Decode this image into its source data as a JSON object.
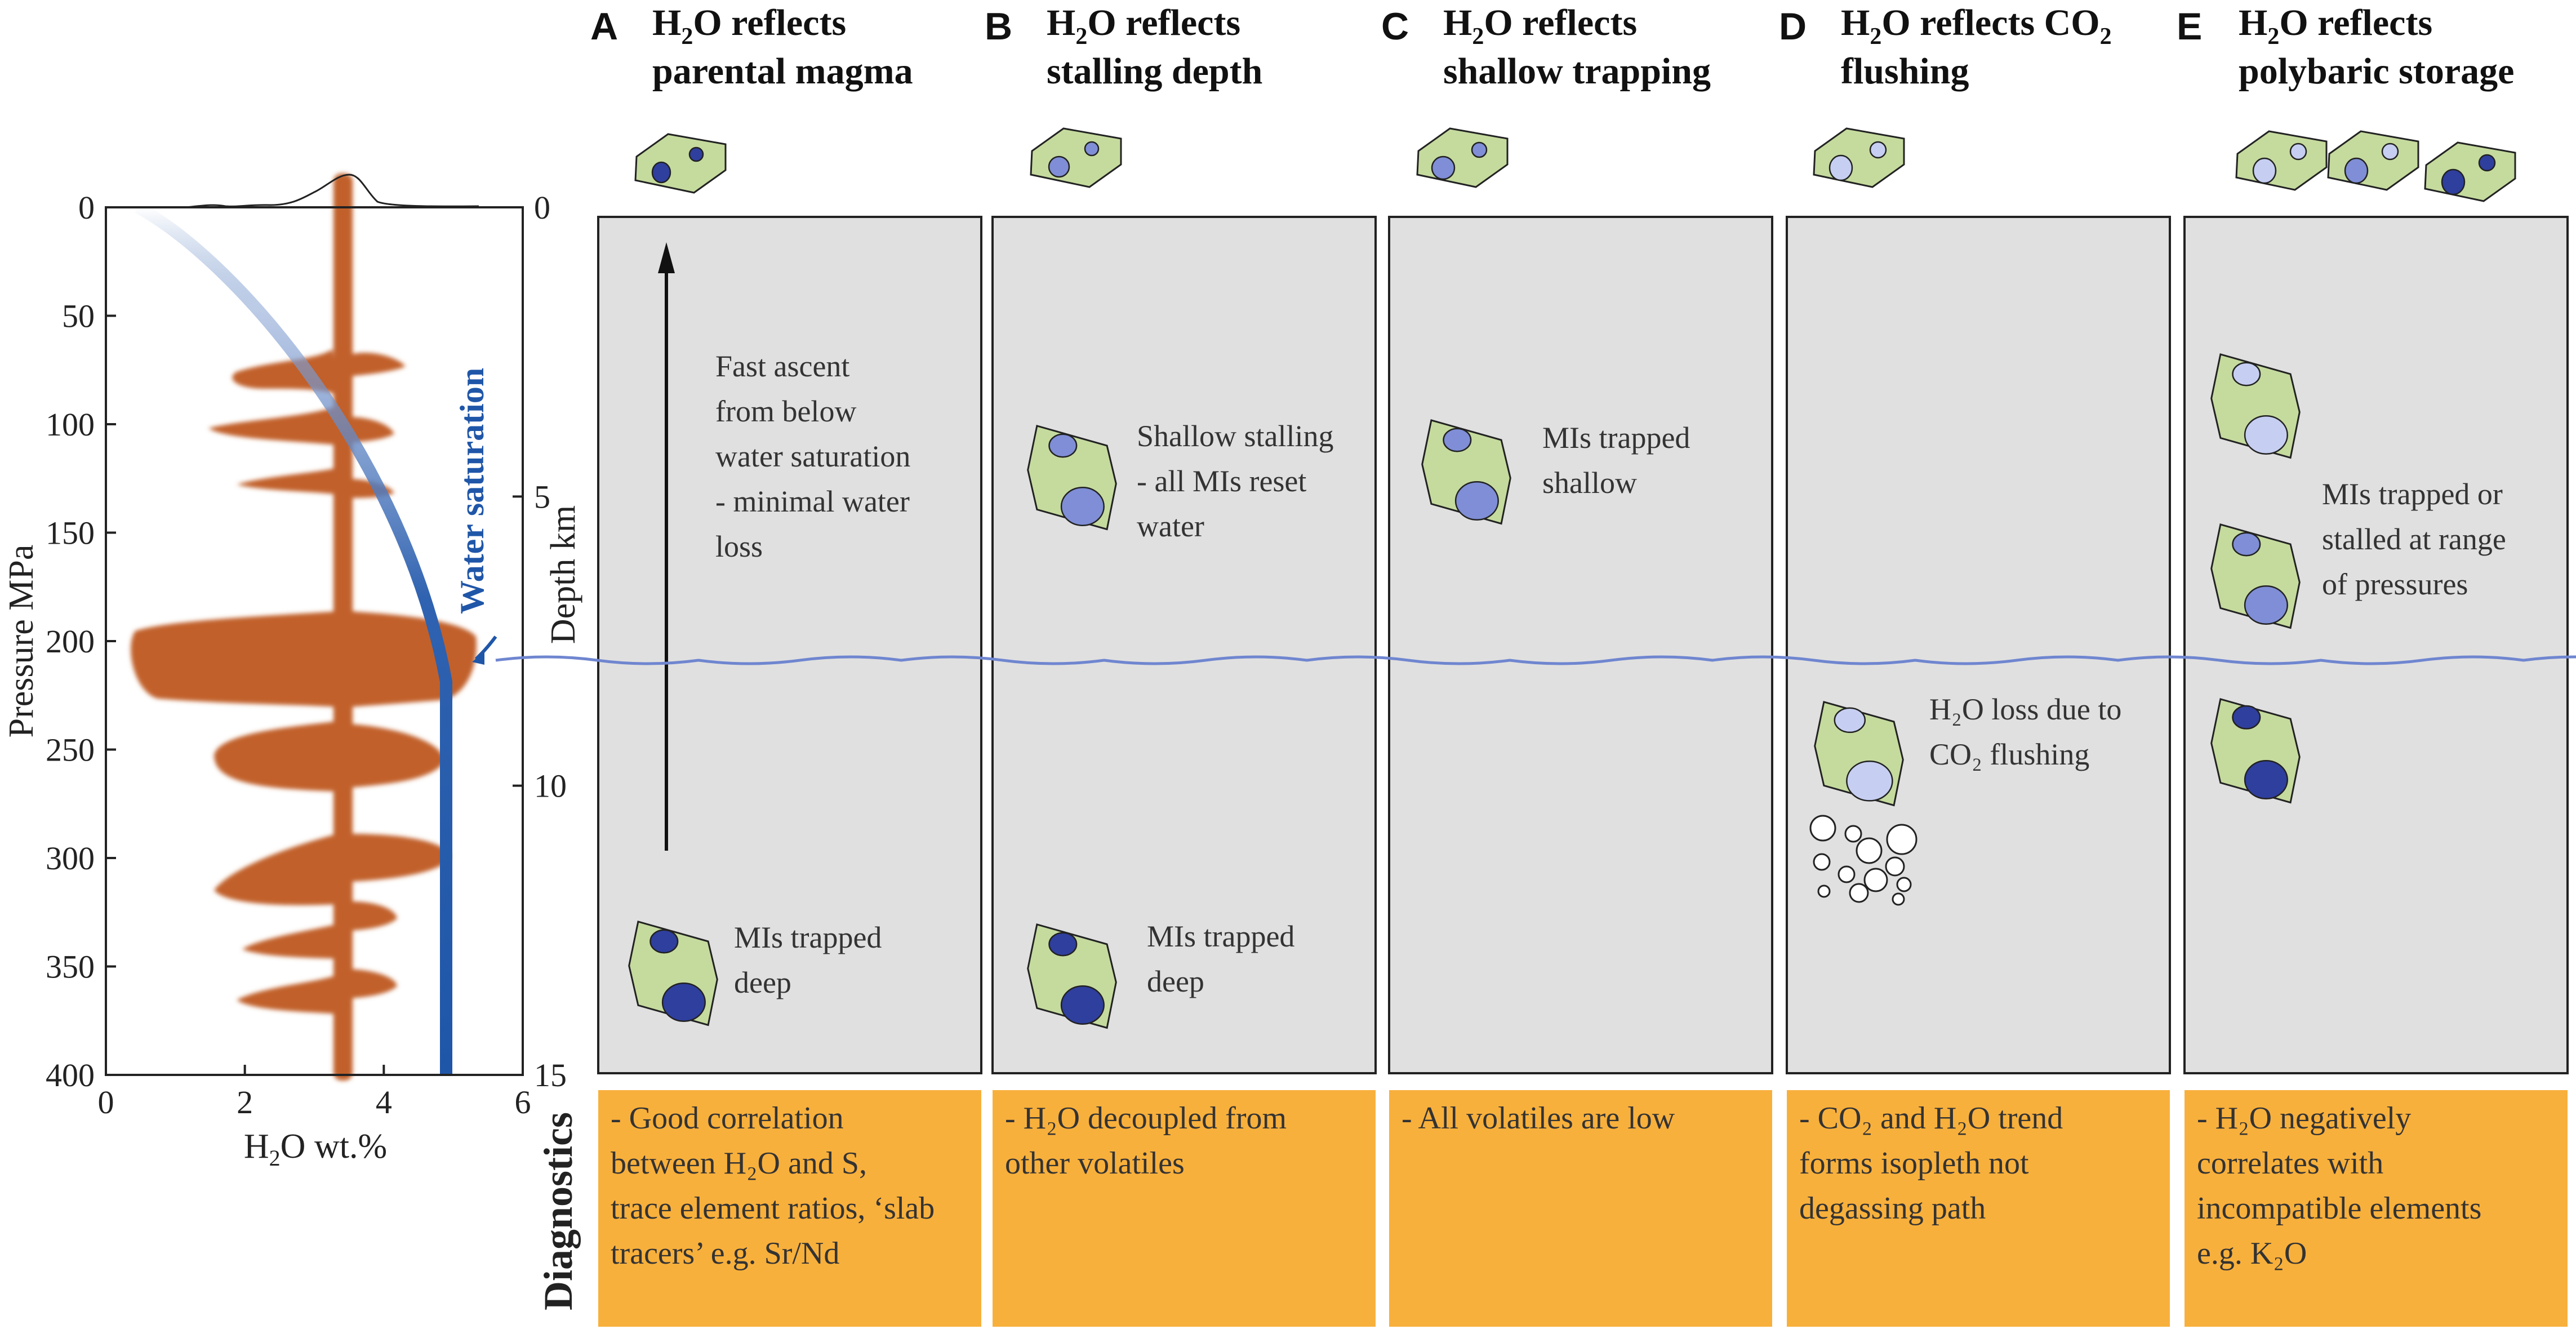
{
  "left_plot": {
    "y_left_label": "Pressure MPa",
    "y_left_ticks": [
      "0",
      "50",
      "100",
      "150",
      "200",
      "250",
      "300",
      "350",
      "400"
    ],
    "y_left_range": [
      0,
      400
    ],
    "y_right_label": "Depth km",
    "y_right_ticks": [
      "0",
      "5",
      "10",
      "15"
    ],
    "x_label_pre": "H",
    "x_label_sub": "2",
    "x_label_post": "O wt.%",
    "x_ticks": [
      "0",
      "2",
      "4",
      "6"
    ],
    "x_range": [
      0,
      6
    ],
    "saturation_label": "Water saturation",
    "colors": {
      "density": "#c1602a",
      "saturation": "#1f56a8"
    }
  },
  "panels": [
    {
      "letter": "A",
      "title_line1_pre": "H",
      "title_line1_sub": "2",
      "title_line1_post": "O reflects",
      "title_line1_sub2": "",
      "title_line2": "parental magma",
      "labels": [
        {
          "lines": [
            "Fast ascent",
            "from below",
            "water saturation",
            "- minimal water",
            "loss"
          ]
        },
        {
          "lines": [
            "MIs trapped",
            "deep"
          ]
        }
      ],
      "diagnostic": [
        "- Good correlation",
        "between H₂O and S,",
        "trace element ratios, ‘slab",
        "tracers’ e.g. Sr/Nd"
      ]
    },
    {
      "letter": "B",
      "title_line1_pre": "H",
      "title_line1_sub": "2",
      "title_line1_post": "O reflects",
      "title_line1_sub2": "",
      "title_line2": "stalling depth",
      "labels": [
        {
          "lines": [
            "Shallow stalling",
            "- all MIs reset",
            "water"
          ]
        },
        {
          "lines": [
            "MIs trapped",
            "deep"
          ]
        }
      ],
      "diagnostic": [
        "- H₂O decoupled from",
        "other volatiles"
      ]
    },
    {
      "letter": "C",
      "title_line1_pre": "H",
      "title_line1_sub": "2",
      "title_line1_post": "O reflects",
      "title_line1_sub2": "",
      "title_line2": "shallow trapping",
      "labels": [
        {
          "lines": [
            "MIs trapped",
            "shallow"
          ]
        }
      ],
      "diagnostic": [
        "- All volatiles are low"
      ]
    },
    {
      "letter": "D",
      "title_line1_pre": "H",
      "title_line1_sub": "2",
      "title_line1_post": "O reflects CO",
      "title_line1_sub2": "2",
      "title_line2": "flushing",
      "labels": [
        {
          "lines": [
            "H₂O loss due to",
            "CO₂ flushing"
          ]
        }
      ],
      "diagnostic": [
        "- CO₂ and H₂O trend",
        "forms isopleth not",
        "degassing path"
      ]
    },
    {
      "letter": "E",
      "title_line1_pre": "H",
      "title_line1_sub": "2",
      "title_line1_post": "O reflects",
      "title_line1_sub2": "",
      "title_line2": "polybaric storage",
      "labels": [
        {
          "lines": [
            "MIs trapped or",
            "stalled at range",
            "of pressures"
          ]
        }
      ],
      "diagnostic": [
        "- H₂O negatively",
        "correlates with",
        "incompatible elements",
        "e.g. K₂O"
      ]
    }
  ],
  "diagnostics_label": "Diagnostics",
  "colors": {
    "panel_bg": "#e0e0e0",
    "diag_bg": "#f8b03c",
    "crystal": "#c5db9e",
    "mi_dark": "#2f3f9e",
    "mi_mid": "#7f8ed6",
    "mi_light": "#c6cff2",
    "wave": "#6f86d0"
  }
}
